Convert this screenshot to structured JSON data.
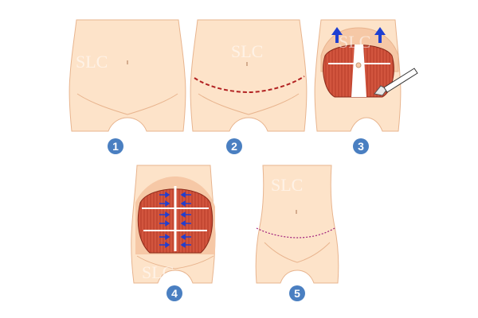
{
  "watermark": "SLC",
  "steps": [
    {
      "number": "1"
    },
    {
      "number": "2"
    },
    {
      "number": "3"
    },
    {
      "number": "4"
    },
    {
      "number": "5"
    }
  ],
  "colors": {
    "skin": "#fde3c9",
    "skin_outline": "#e8b48e",
    "muscle": "#d2553e",
    "muscle_stripe": "#b53a28",
    "incision": "#b22222",
    "badge": "#4a7fc1",
    "arrow": "#1f3fd1",
    "suture": "#a0207c"
  }
}
